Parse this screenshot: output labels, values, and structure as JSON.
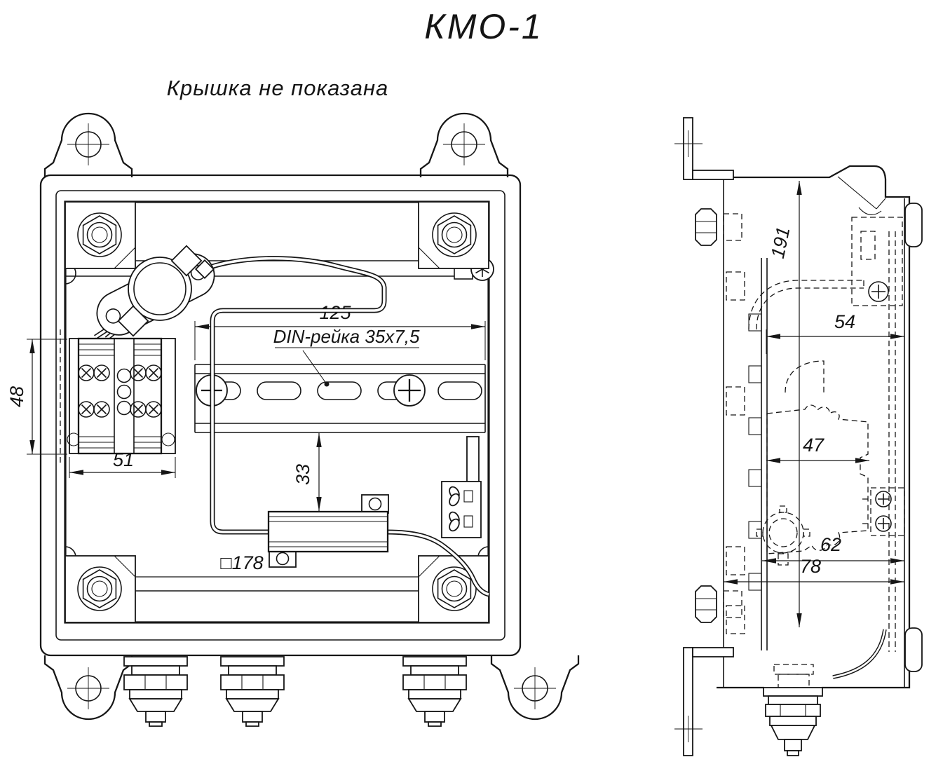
{
  "title": "КМО-1",
  "note": "Крышка не показана",
  "front_view": {
    "din_label": "DIN-рейка 35x7,5",
    "dim_din_length": "125",
    "dim_terminal_height": "48",
    "dim_terminal_width": "51",
    "dim_rail_offset": "33",
    "dim_enclosure": "□178"
  },
  "side_view": {
    "dim_height": "191",
    "dim_54": "54",
    "dim_47": "47",
    "dim_62": "62",
    "dim_78": "78"
  }
}
